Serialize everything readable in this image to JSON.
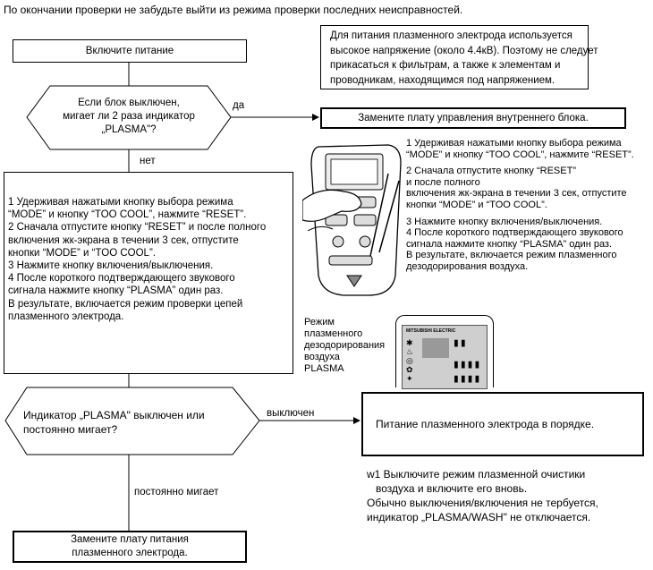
{
  "top_note": "По окончании проверки не забудьте выйти из режима проверки последних неисправностей.",
  "warning": [
    "Для питания плазменного электрода используется",
    "высокое напряжение (около 4.4кВ). Поэтому не следует",
    "прикасаться к фильтрам, а также к элементам и",
    "проводникам, находящимся под напряжением."
  ],
  "power_on": "Включите питание",
  "decision1": [
    "Если блок выключен,",
    "мигает ли 2 раза индикатор",
    "„PLASMA\"?"
  ],
  "yes_label": "да",
  "no_label": "нет",
  "replace_indoor": "Замените плату управления внутреннего блока.",
  "steps_box": [
    "1  Удерживая нажатыми кнопку выбора режима",
    "   “MODE” и кнопку “TOO COOL”, нажмите “RESET”.",
    "2 Сначала отпустите кнопку “RESET” и после полного",
    "   включения жк-экрана в течении 3 сек, отпустите",
    "   кнопки “MODE” и “TOO COOL”.",
    "3 Нажмите кнопку включения/выключения.",
    "4 После короткого подтверждающего звукового",
    "     сигнала   нажмите кнопку “PLASMA” один раз.",
    "   В результате, включается режим проверки цепей",
    "   плазменного электрода."
  ],
  "right_steps": [
    "1  Удерживая нажатыми кнопку выбора режима",
    "   “MODE” и кнопку “TOO COOL”, нажмите “RESET”.",
    "",
    "2 Сначала отпустите кнопку “RESET”",
    "   и после полного",
    "   включения жк-экрана в течении 3 сек, отпустите",
    "   кнопки “MODE” и “TOO COOL”.",
    "",
    "3 Нажмите кнопку включения/выключения.",
    "4 После короткого подтверждающего звукового",
    "   сигнала   нажмите кнопку “PLASMA” один раз.",
    "   В результате, включается режим плазменного",
    "   дезодорирования      воздуха."
  ],
  "mode_label": [
    "Режим",
    "плазменного",
    "дезодорирования",
    "воздуха",
    "PLASMA"
  ],
  "remote_brand": "MITSUBISHI ELECTRIC",
  "decision2": [
    "Индикатор „PLASMA\" выключен или",
    "постоянно мигает?"
  ],
  "off_label": "выключен",
  "blinking_label": "постоянно мигает",
  "ok_box": "Питание плазменного электрода в порядке.",
  "footnote": [
    "w1 Выключите режим плазменной очистики",
    "воздуха и включите его вновь.",
    "Обычно выключения/включения не тербуется,",
    "индикатор „PLASMA/WASH\" не отключается."
  ],
  "replace_plasma": [
    "Замените плату питания",
    "плазменного электрода."
  ]
}
